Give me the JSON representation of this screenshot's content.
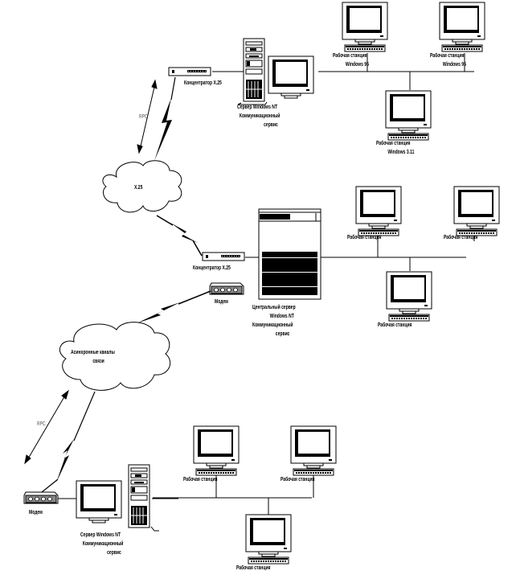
{
  "diagram": {
    "clouds": {
      "x25": "X.25",
      "async_line1": "Асинхронные каналы",
      "async_line2": "связи"
    },
    "rpc_label": "RPC",
    "devices": {
      "concentrator_top": "Концентратор X.25",
      "concentrator_mid": "Концентратор X.25",
      "modem_mid": "Модем",
      "modem_bottom": "Модем",
      "server_top": [
        "Сервер Windows NT",
        "Коммуникационный",
        "сервис"
      ],
      "server_central": [
        "Центральный сервер",
        "Windows NT",
        "Коммуникационный",
        "сервис"
      ],
      "server_bottom": [
        "Сервер Windows NT",
        "Коммуникационный",
        "сервис"
      ]
    },
    "workstations": {
      "top": [
        [
          "Рабочая станция",
          "Windows 95"
        ],
        [
          "Рабочая станция",
          "Windows 95"
        ],
        [
          "Рабочая станция",
          "Windows 3.11"
        ]
      ],
      "mid": [
        "Рабочая станция",
        "Рабочая станция",
        "Рабочая станция"
      ],
      "bottom": [
        "Рабочая станция",
        "Рабочая станция",
        "Рабочая станция"
      ]
    }
  }
}
